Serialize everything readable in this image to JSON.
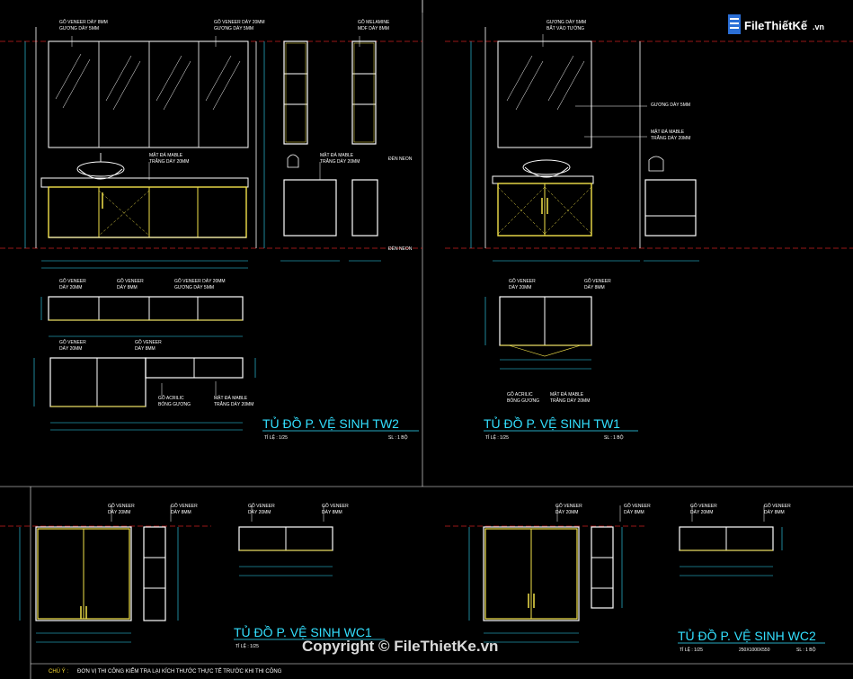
{
  "logo": {
    "name": "FileThiếtKế",
    "domain": ".vn"
  },
  "watermark": "Copyright © FileThietKe.vn",
  "note": {
    "label": "CHÚ Ý :",
    "text": "ĐƠN VỊ THI CÔNG KIỂM TRA LẠI KÍCH THƯỚC THỰC TẾ TRƯỚC KHI THI CÔNG"
  },
  "panels": {
    "tw2": {
      "title": "TỦ ĐỒ P. VỆ SINH   TW2",
      "scale": "TỈ LỆ : 1/25",
      "qty": "SL : 1 BỘ"
    },
    "tw1": {
      "title": "TỦ ĐỒ P. VỆ SINH   TW1",
      "scale": "TỈ LỆ : 1/25",
      "qty": "SL : 1 BỘ"
    },
    "wc1": {
      "title": "TỦ ĐỒ P. VỆ SINH WC1",
      "scale": "TỈ LỆ : 1/25"
    },
    "wc2": {
      "title": "TỦ ĐỒ P. VỆ SINH WC2",
      "scale": "TỈ LỆ : 1/25",
      "size": "250X1000X550",
      "qty": "SL : 1 BỘ"
    }
  },
  "labels": {
    "tw2_top1": [
      "GỖ VENEER DÀY 8MM",
      "GƯƠNG DÀY 5MM"
    ],
    "tw2_top2": [
      "GỖ VENEER DÀY 20MM",
      "GƯƠNG DÀY 5MM"
    ],
    "tw2_top3": [
      "GỖ MELAMINE",
      "MDF DÀY 8MM"
    ],
    "tw2_marble": [
      "MẶT ĐÁ MABLE",
      "TRẮNG DÀY 20MM"
    ],
    "tw2_marble2": [
      "MẶT ĐÁ MABLE",
      "TRẮNG DÀY 20MM"
    ],
    "tw2_neon1": "ĐÈN NEON",
    "tw2_neon2": "ĐÈN NEON",
    "tw2_plan1": [
      "GỖ VENEER",
      "DÀY 20MM"
    ],
    "tw2_plan2": [
      "GỖ VENEER",
      "DÀY 8MM"
    ],
    "tw2_plan3": [
      "GỖ VENEER DÀY 20MM",
      "GƯƠNG DÀY 5MM"
    ],
    "tw2_sec1": [
      "GỖ VENEER",
      "DÀY 20MM"
    ],
    "tw2_sec2": [
      "GỖ VENEER",
      "DÀY 8MM"
    ],
    "tw2_acrylic": [
      "GỖ ACRILIC",
      "BÓNG GƯƠNG"
    ],
    "tw2_sec_marble": [
      "MẶT ĐÁ MABLE",
      "TRẮNG DÀY 20MM"
    ],
    "tw1_top": [
      "GƯƠNG DÀY 5MM",
      "BẮT VÀO TƯỜNG"
    ],
    "tw1_mirror": "GƯƠNG DÀY 5MM",
    "tw1_marble": [
      "MẶT ĐÁ MABLE",
      "TRẮNG DÀY 20MM"
    ],
    "tw1_plan1": [
      "GỖ VENEER",
      "DÀY 20MM"
    ],
    "tw1_plan2": [
      "GỖ VENEER",
      "DÀY 8MM"
    ],
    "tw1_acrylic": [
      "GỖ ACRILIC",
      "BÓNG GƯƠNG"
    ],
    "tw1_marble2": [
      "MẶT ĐÁ MABLE",
      "TRẮNG DÀY 20MM"
    ],
    "wc1_l1": [
      "GỖ VENEER",
      "DÀY 20MM"
    ],
    "wc1_l2": [
      "GỖ VENEER",
      "DÀY 8MM"
    ],
    "wc1_l3": [
      "GỖ VENEER",
      "DÀY 20MM"
    ],
    "wc1_l4": [
      "GỖ VENEER",
      "DÀY 8MM"
    ],
    "wc2_l1": [
      "GỖ VENEER",
      "DÀY 20MM"
    ],
    "wc2_l2": [
      "GỖ VENEER",
      "DÀY 8MM"
    ],
    "wc2_l3": [
      "GỖ VENEER",
      "DÀY 20MM"
    ],
    "wc2_l4": [
      "GỖ VENEER",
      "DÀY 8MM"
    ]
  },
  "colors": {
    "background": "#000000",
    "outline": "#ffffff",
    "cabinet": "#f2e24a",
    "dimension": "#33e0ff",
    "grid": "#cc2222",
    "title": "#33e0ff"
  }
}
